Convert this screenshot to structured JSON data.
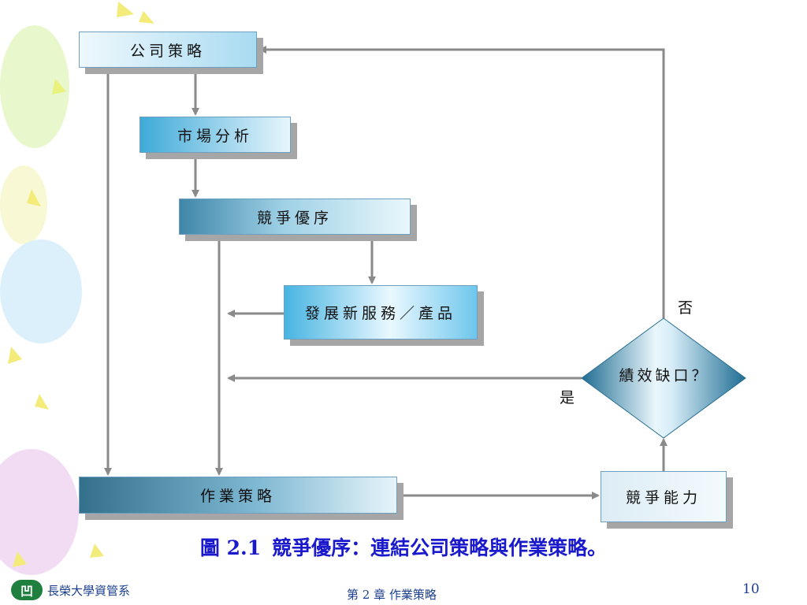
{
  "diagram": {
    "nodes": {
      "corp_strategy": "公司策略",
      "market_analysis": "市場分析",
      "competitive_priorities": "競爭優序",
      "new_services": "發展新服務／產品",
      "operations_strategy": "作業策略",
      "competitive_capability": "競爭能力",
      "performance_gap": "績效缺口？"
    },
    "labels": {
      "no": "否",
      "yes": "是"
    }
  },
  "caption": {
    "figure_number": "圖 2.1",
    "text": "競爭優序：連結公司策略與作業策略。"
  },
  "footer": {
    "school": "長榮大學資管系",
    "chapter": "第 2 章  作業策略",
    "page": "10"
  },
  "colors": {
    "arrow": "#8a8a8a",
    "caption": "#1a1acc",
    "footer": "#1b3f8f",
    "logo": "#1f7f3e"
  }
}
